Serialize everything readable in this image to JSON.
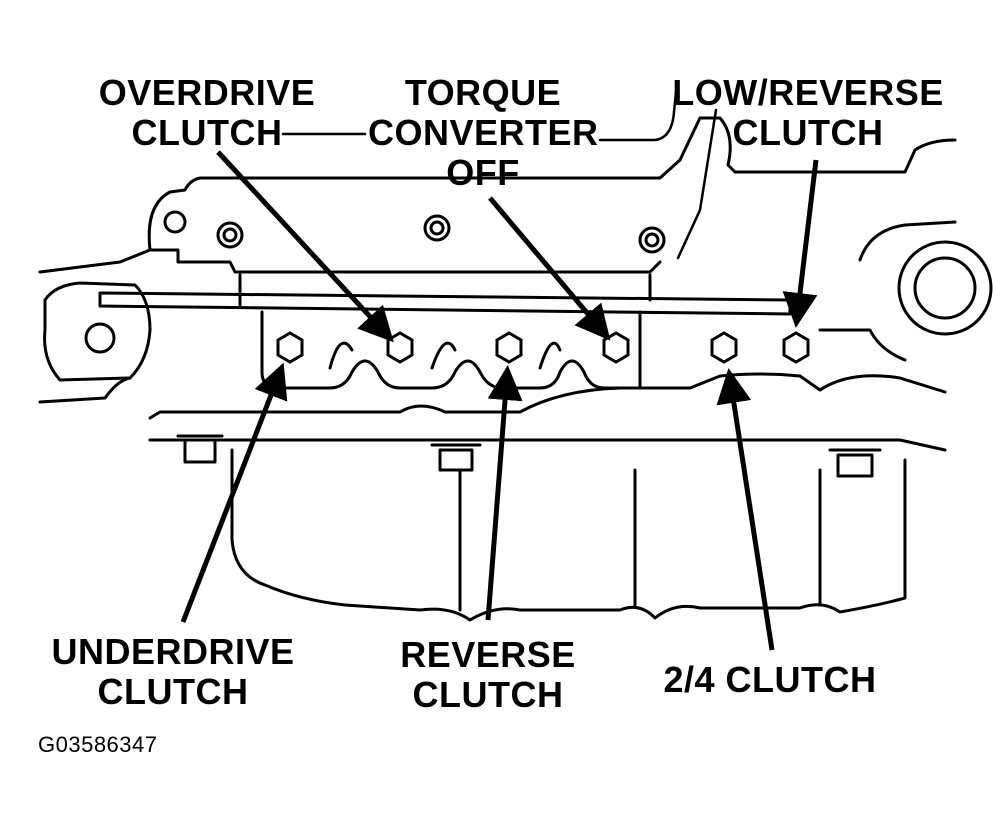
{
  "labels": {
    "overdrive_clutch": [
      "OVERDRIVE",
      "CLUTCH"
    ],
    "torque_converter_off": [
      "TORQUE",
      "CONVERTER",
      "OFF"
    ],
    "low_reverse_clutch": [
      "LOW/REVERSE",
      "CLUTCH"
    ],
    "underdrive_clutch": [
      "UNDERDRIVE",
      "CLUTCH"
    ],
    "reverse_clutch": [
      "REVERSE",
      "CLUTCH"
    ],
    "two_four_clutch": [
      "2/4 CLUTCH"
    ]
  },
  "figure_code": "G03586347",
  "colors": {
    "ink": "#000000",
    "paper": "#ffffff"
  }
}
